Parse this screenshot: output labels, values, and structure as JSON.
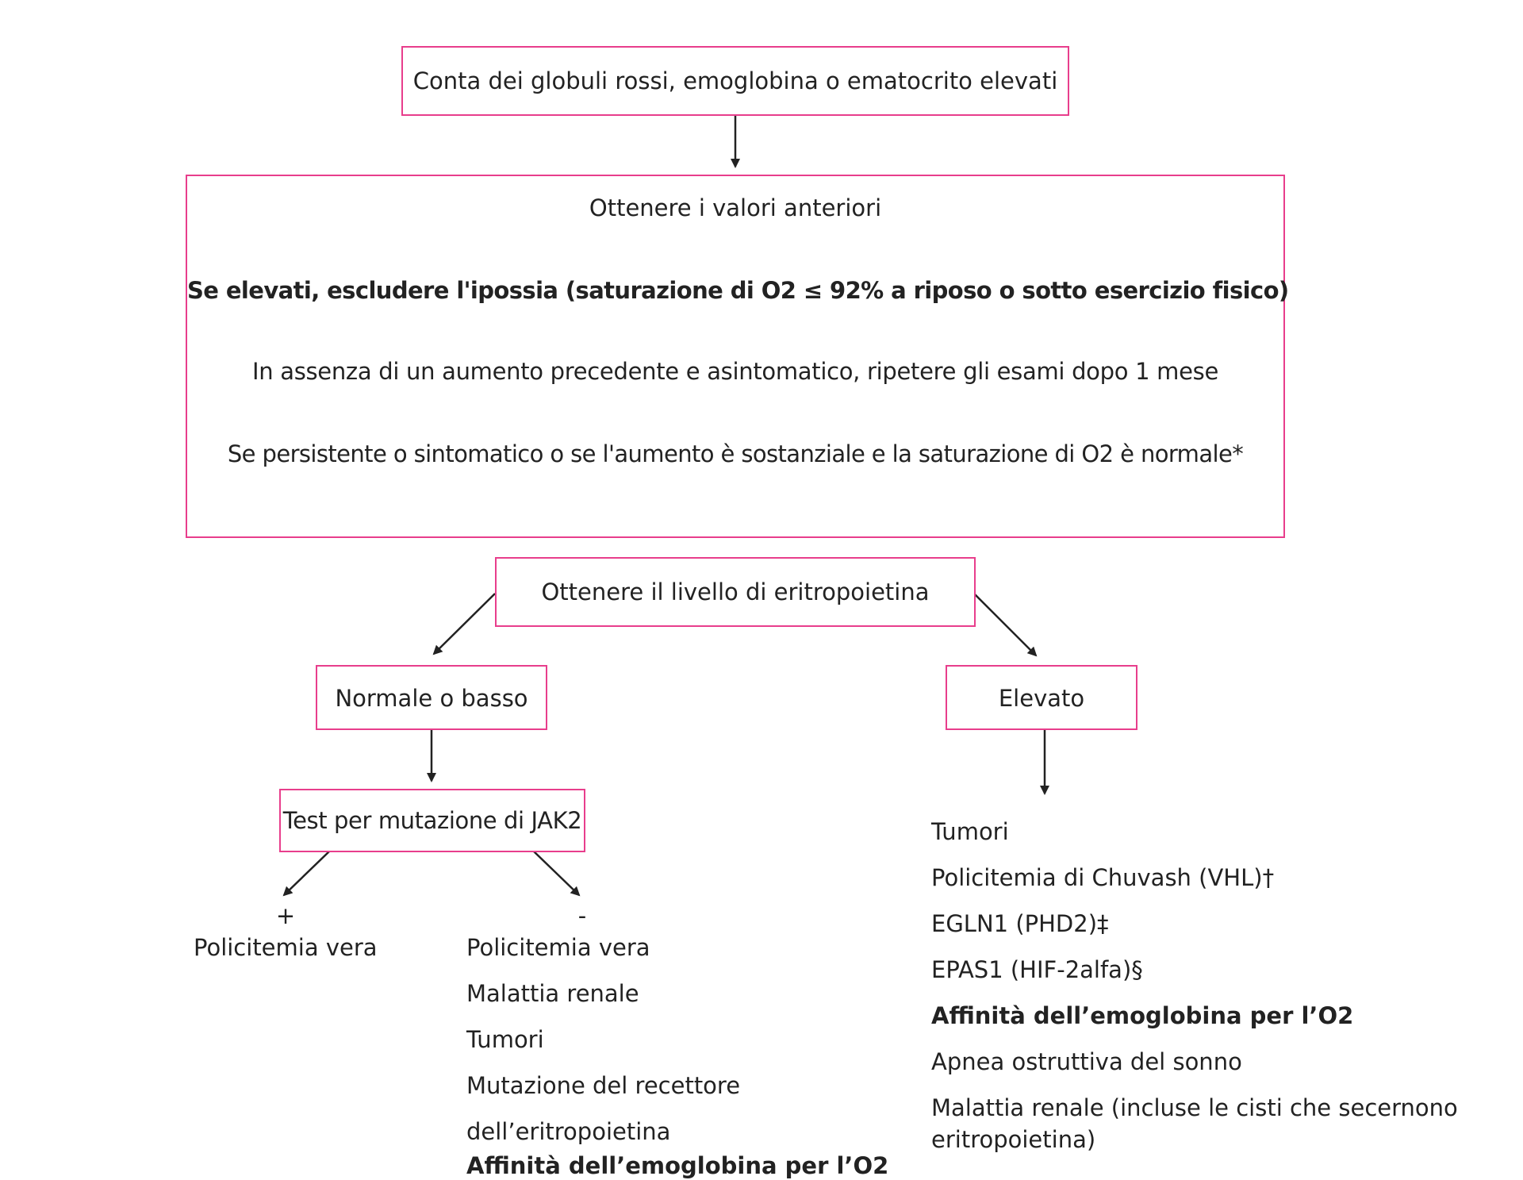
{
  "box_colors": {
    "border": "#e83e8c",
    "text": "#222222",
    "arrow": "#222222"
  },
  "top": {
    "label": "Conta dei globuli rossi, emoglobina o ematocrito elevati"
  },
  "main_box": {
    "step1": "Ottenere i valori anteriori",
    "step2": "Se elevati, escludere l'ipossia (saturazione di O2 ≤ 92% a riposo o sotto esercizio fisico)",
    "step3": "In assenza di un aumento precedente e asintomatico, ripetere gli esami dopo 1 mese",
    "step4": "Se persistente o sintomatico o se l'aumento è sostanziale e la saturazione di O2 è normale*"
  },
  "epo": {
    "label": "Ottenere il livello di eritropoietina"
  },
  "low_branch": {
    "label": "Normale o basso",
    "jak2_label": "Test per mutazione  di JAK2",
    "positive_sign": "+",
    "negative_sign": "-",
    "positive_result": "Policitemia vera",
    "negative_results": [
      "Policitemia vera",
      "Malattia renale",
      "Tumori",
      "Mutazione del recettore",
      "dell’eritropoietina",
      "Affinità dell’emoglobina per l’O2"
    ]
  },
  "high_branch": {
    "label": "Elevato",
    "results": [
      "Tumori",
      "Policitemia  di Chuvash  (VHL)†",
      "EGLN1 (PHD2)‡",
      "EPAS1 (HIF-2alfa)§",
      "Affinità dell’emoglobina per l’O2",
      "Apnea  ostruttiva del sonno",
      "Malattia renale (incluse le cisti che secernono",
      "eritropoietina)"
    ]
  }
}
